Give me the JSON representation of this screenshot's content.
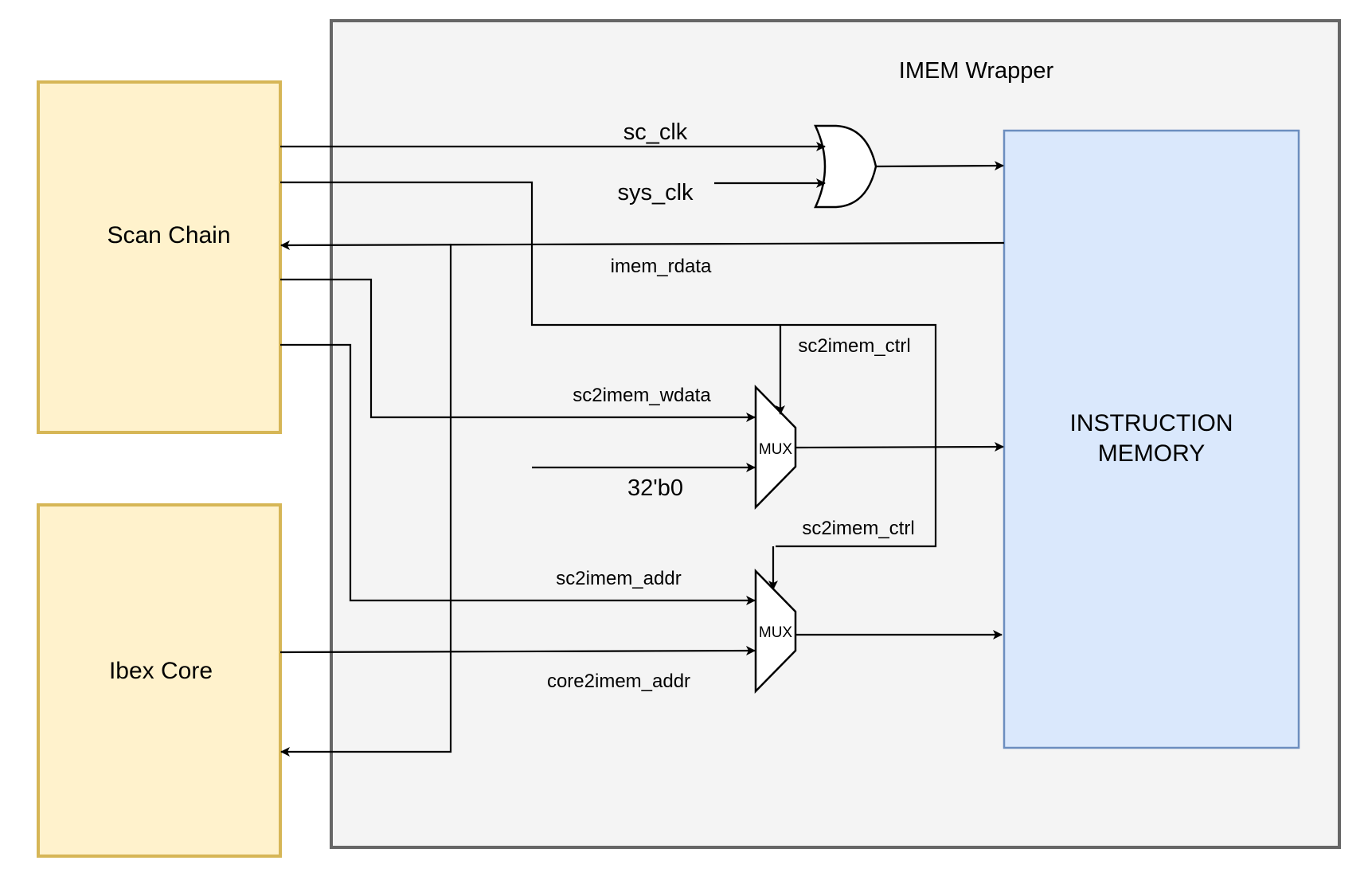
{
  "colors": {
    "wrapper_fill": "#f4f4f4",
    "wrapper_stroke": "#666666",
    "block_fill": "#fff2cc",
    "block_stroke": "#d6b656",
    "memory_fill": "#dae8fc",
    "memory_stroke": "#6c8ebf",
    "wire": "#000000"
  },
  "wrapper": {
    "title": "IMEM Wrapper"
  },
  "blocks": {
    "scan_chain": "Scan Chain",
    "ibex_core": "Ibex Core",
    "memory_line1": "INSTRUCTION",
    "memory_line2": "MEMORY"
  },
  "gates": {
    "or_gate": "OR",
    "mux_top": "MUX",
    "mux_bottom": "MUX"
  },
  "signals": {
    "sc_clk": "sc_clk",
    "sys_clk": "sys_clk",
    "imem_rdata": "imem_rdata",
    "sc2imem_ctrl_top": "sc2imem_ctrl",
    "sc2imem_wdata": "sc2imem_wdata",
    "const_zero": "32'b0",
    "sc2imem_ctrl_bottom": "sc2imem_ctrl",
    "sc2imem_addr": "sc2imem_addr",
    "core2imem_addr": "core2imem_addr"
  }
}
